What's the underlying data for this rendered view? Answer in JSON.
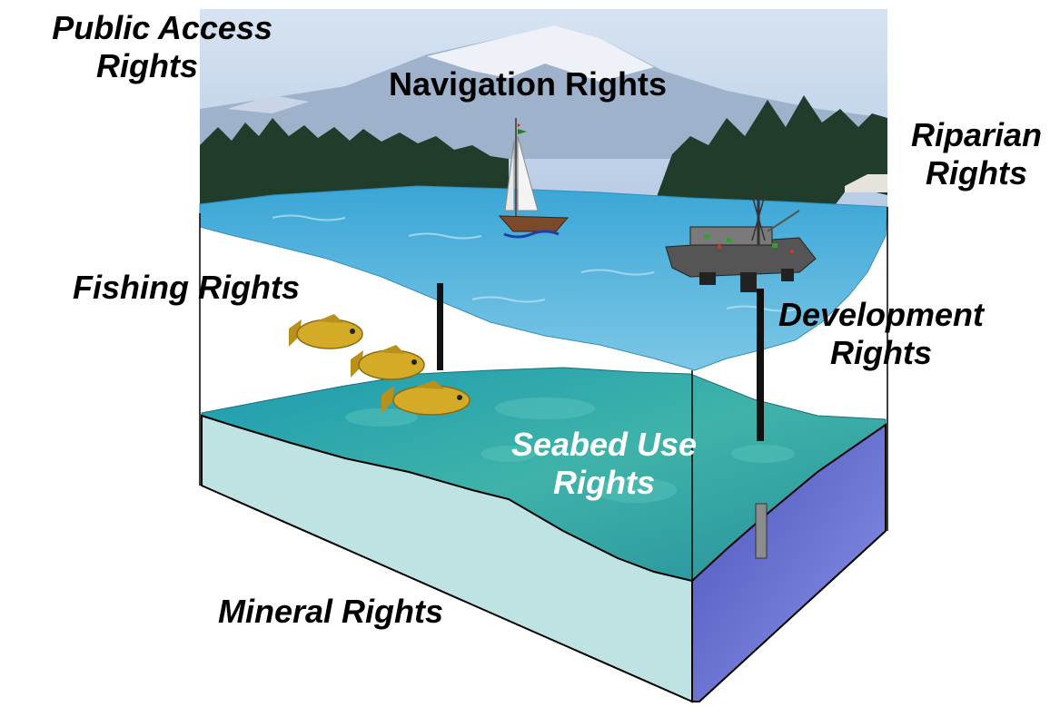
{
  "labels": {
    "public_access": [
      "Public Access",
      "Rights"
    ],
    "navigation": "Navigation Rights",
    "riparian": [
      "Riparian",
      "Rights"
    ],
    "fishing": "Fishing Rights",
    "development": [
      "Development",
      "Rights"
    ],
    "seabed": [
      "Seabed Use",
      "Rights"
    ],
    "mineral": "Mineral Rights"
  },
  "colors": {
    "sky": "#c8d9ee",
    "mountain_snow": "#eef2f8",
    "trees": "#1f3d2a",
    "water_surface": "#5fb6dc",
    "seabed": "#2aa0a8",
    "front_face": "#bfe2e3",
    "side_face": "#6f78d8",
    "fish": "#c8a21e",
    "pipe": "#111111"
  },
  "icons": [
    "mountain-icon",
    "sailboat-icon",
    "oil-platform-icon",
    "fish-icon"
  ]
}
